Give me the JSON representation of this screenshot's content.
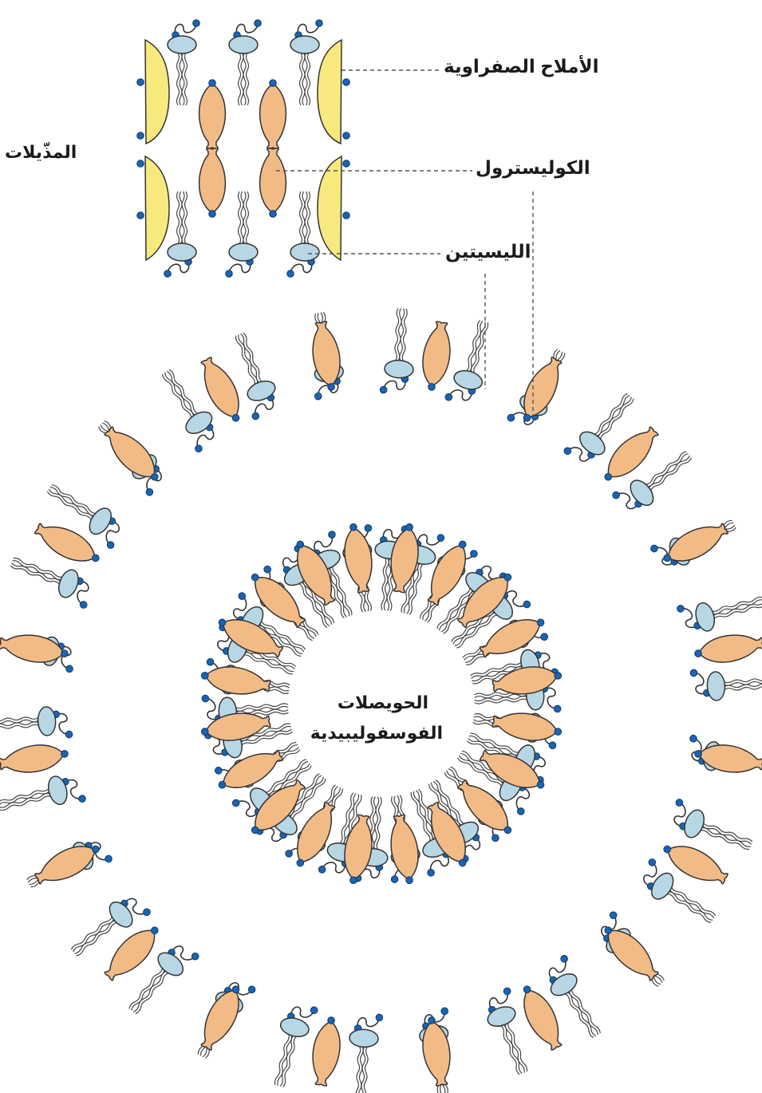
{
  "labels": {
    "micelles": "المذّيلات",
    "bile_salts": "الأملاح الصفراوية",
    "cholesterol": "الكوليسترول",
    "lecithin": "الليسيتين",
    "vesicle_line1": "الحويصلات",
    "vesicle_line2": "الفوسفوليبيدية"
  },
  "colors": {
    "bile_salt": "#f7e97d",
    "cholesterol": "#f2bb86",
    "lecithin_head": "#b7d7e5",
    "phosphate_dot": "#1b64b4",
    "outline": "#333333",
    "leader_line": "#555555"
  },
  "vesicle": {
    "lecithin_count": 30,
    "cholesterol_count": 20
  }
}
